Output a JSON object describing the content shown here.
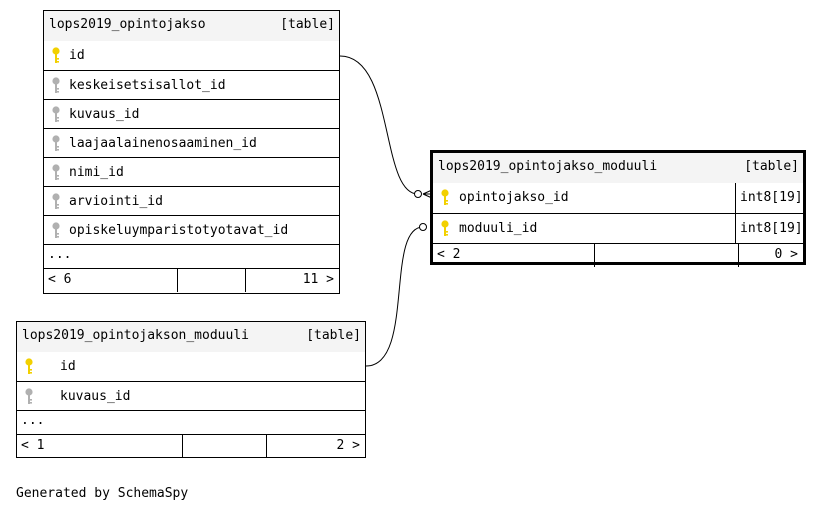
{
  "tables": {
    "opintojakso": {
      "name": "lops2019_opintojakso",
      "type": "[table]",
      "columns": [
        {
          "name": "id",
          "key": "primary"
        },
        {
          "name": "keskeisetsisallot_id",
          "key": "foreign"
        },
        {
          "name": "kuvaus_id",
          "key": "foreign"
        },
        {
          "name": "laajaalainenosaaminen_id",
          "key": "foreign"
        },
        {
          "name": "nimi_id",
          "key": "foreign"
        },
        {
          "name": "arviointi_id",
          "key": "foreign"
        },
        {
          "name": "opiskeluymparistotyotavat_id",
          "key": "foreign"
        }
      ],
      "ellipsis": "...",
      "nav_left": "< 6",
      "nav_right": "11 >"
    },
    "opintojakso_moduuli": {
      "name": "lops2019_opintojakso_moduuli",
      "type": "[table]",
      "columns": [
        {
          "name": "opintojakso_id",
          "key": "primary",
          "type": "int8[19]"
        },
        {
          "name": "moduuli_id",
          "key": "primary",
          "type": "int8[19]"
        }
      ],
      "nav_left": "< 2",
      "nav_right": "0 >"
    },
    "opintojakson_moduuli": {
      "name": "lops2019_opintojakson_moduuli",
      "type": "[table]",
      "columns": [
        {
          "name": "id",
          "key": "primary"
        },
        {
          "name": "kuvaus_id",
          "key": "foreign"
        }
      ],
      "ellipsis": "...",
      "nav_left": "< 1",
      "nav_right": "2 >"
    }
  },
  "footer": "Generated by SchemaSpy",
  "colors": {
    "primary_key": "#f2d000",
    "foreign_key": "#b0b0b0",
    "header_bg": "#f4f4f4"
  }
}
